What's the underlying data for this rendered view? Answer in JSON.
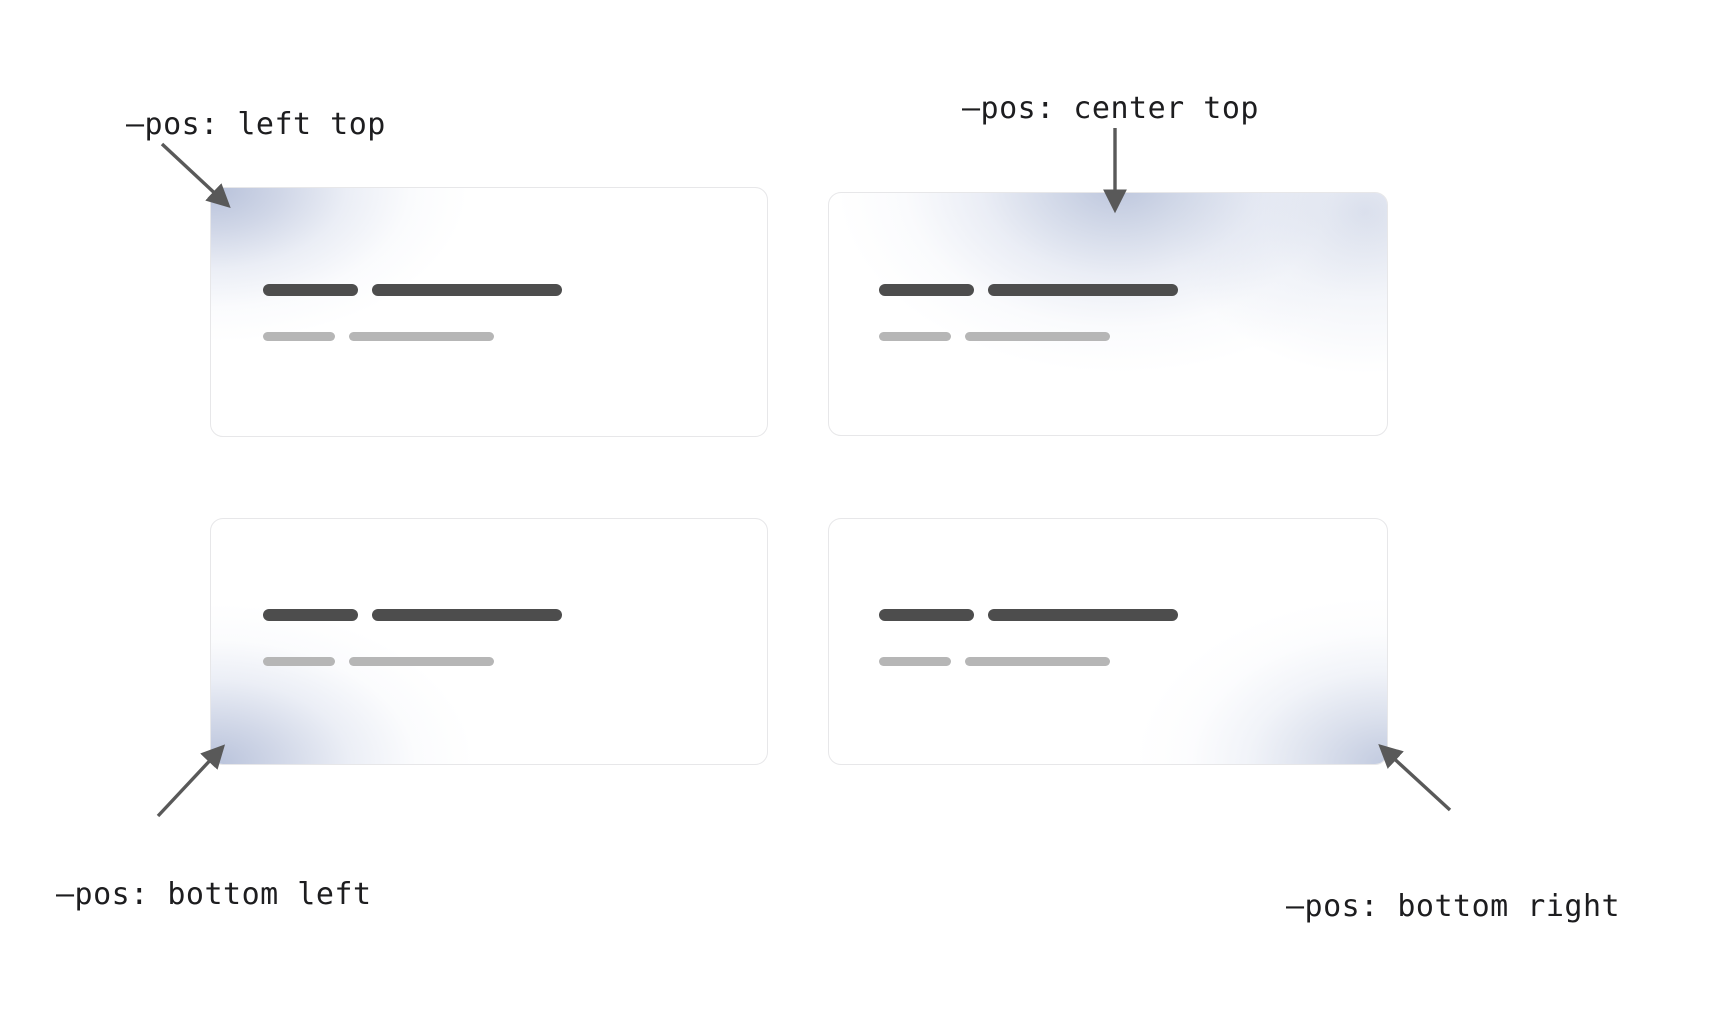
{
  "page": {
    "background": "#ffffff",
    "accent_glow": "#b0bbd6",
    "card_border": "#e7e7e9",
    "label_color": "#1d1d1f",
    "skeleton_dark": "#4d4d4d",
    "skeleton_light": "#b6b6b6"
  },
  "annotations": [
    {
      "id": "left-top",
      "text": "—pos: left top",
      "arrow": "diagonal-down-right",
      "points_to": "card-left-top"
    },
    {
      "id": "center-top",
      "text": "—pos: center top",
      "arrow": "straight-down",
      "points_to": "card-center-top"
    },
    {
      "id": "bottom-left",
      "text": "—pos: bottom left",
      "arrow": "diagonal-up-right",
      "points_to": "card-bottom-left"
    },
    {
      "id": "bottom-right",
      "text": "—pos: bottom right",
      "arrow": "diagonal-up-left",
      "points_to": "card-bottom-right"
    }
  ],
  "cards": [
    {
      "id": "card-left-top",
      "glow_position": "left top",
      "skeleton": {
        "dark_bars": [
          95,
          190
        ],
        "light_bars": [
          72,
          145
        ]
      }
    },
    {
      "id": "card-center-top",
      "glow_position": "center top",
      "skeleton": {
        "dark_bars": [
          95,
          190
        ],
        "light_bars": [
          72,
          145
        ]
      }
    },
    {
      "id": "card-bottom-left",
      "glow_position": "bottom left",
      "skeleton": {
        "dark_bars": [
          95,
          190
        ],
        "light_bars": [
          72,
          145
        ]
      }
    },
    {
      "id": "card-bottom-right",
      "glow_position": "bottom right",
      "skeleton": {
        "dark_bars": [
          95,
          190
        ],
        "light_bars": [
          72,
          145
        ]
      }
    }
  ]
}
